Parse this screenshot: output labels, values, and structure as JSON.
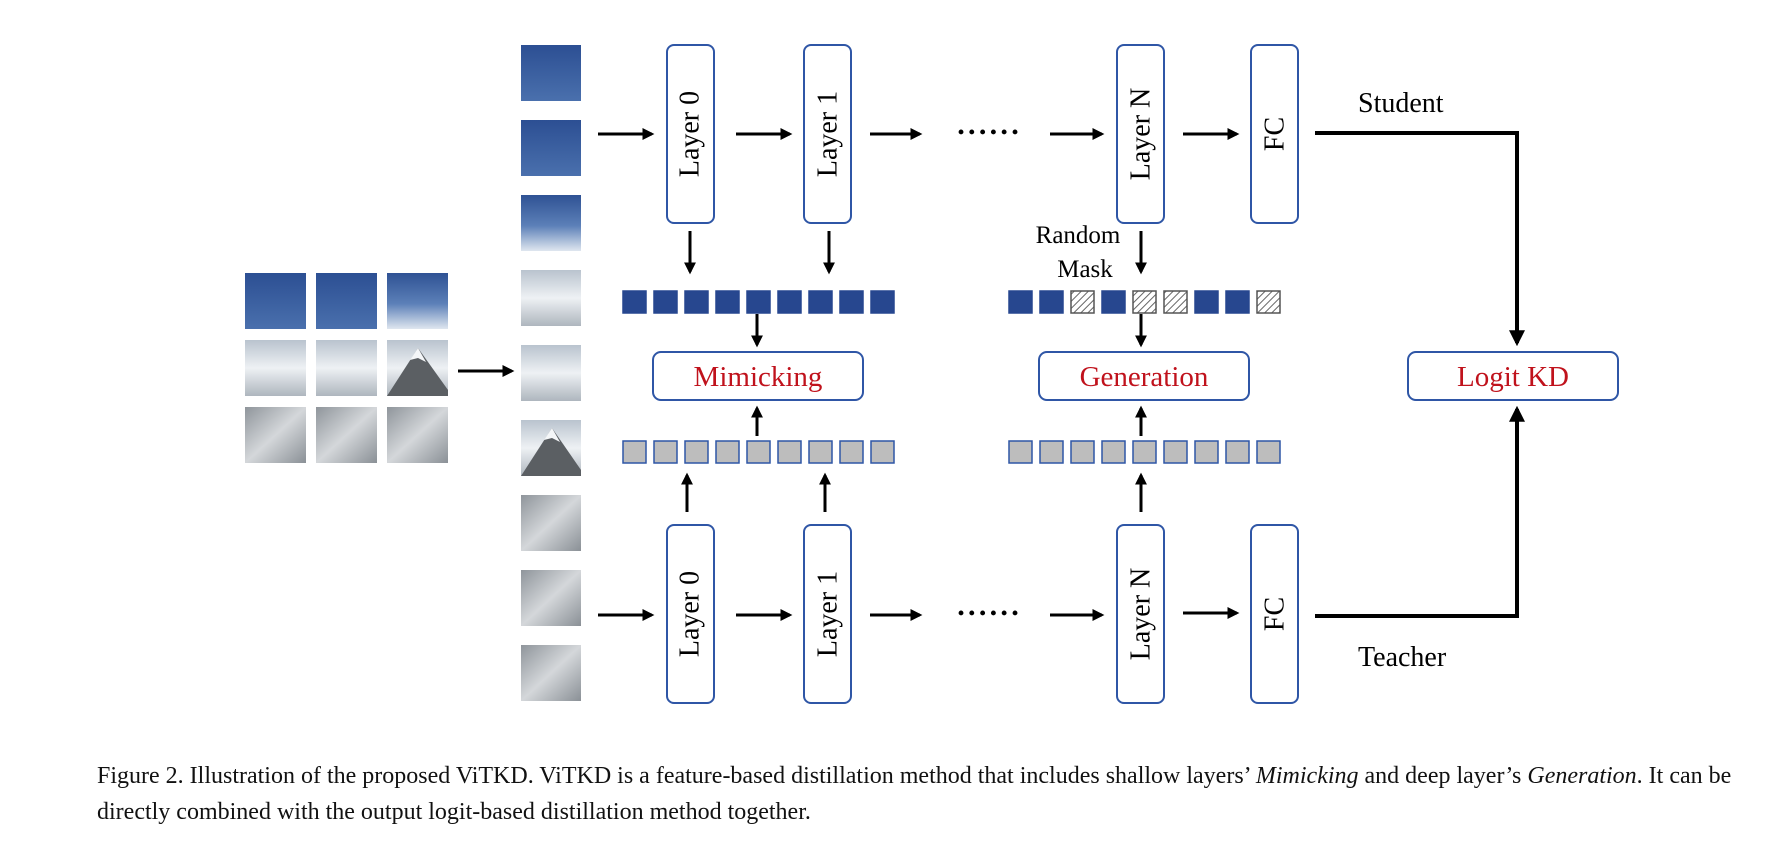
{
  "figure": {
    "student_label": "Student",
    "teacher_label": "Teacher",
    "student_layers": [
      "Layer 0",
      "Layer 1",
      "Layer N",
      "FC"
    ],
    "teacher_layers": [
      "Layer 0",
      "Layer 1",
      "Layer N",
      "FC"
    ],
    "ellipsis": "• • • • • •",
    "random_mask_line1": "Random",
    "random_mask_line2": "Mask",
    "mimicking_label": "Mimicking",
    "generation_label": "Generation",
    "logit_kd_label": "Logit KD",
    "masked_token_pattern": [
      false,
      false,
      true,
      false,
      true,
      true,
      false,
      false,
      true
    ],
    "colors": {
      "box_border": "#2f56a6",
      "token_blue": "#27478f",
      "token_gray": "#bdbdbd",
      "method_text": "#c0121c",
      "arrow": "#000000"
    }
  },
  "caption": {
    "part1": "Figure 2.  Illustration of the proposed ViTKD. ViTKD is a feature-based distillation method that includes shallow layers’ ",
    "mimicking": "Mimicking",
    "part2": " and deep layer’s ",
    "generation": "Generation",
    "part3": ". It can be directly combined with the output logit-based distillation method together."
  }
}
